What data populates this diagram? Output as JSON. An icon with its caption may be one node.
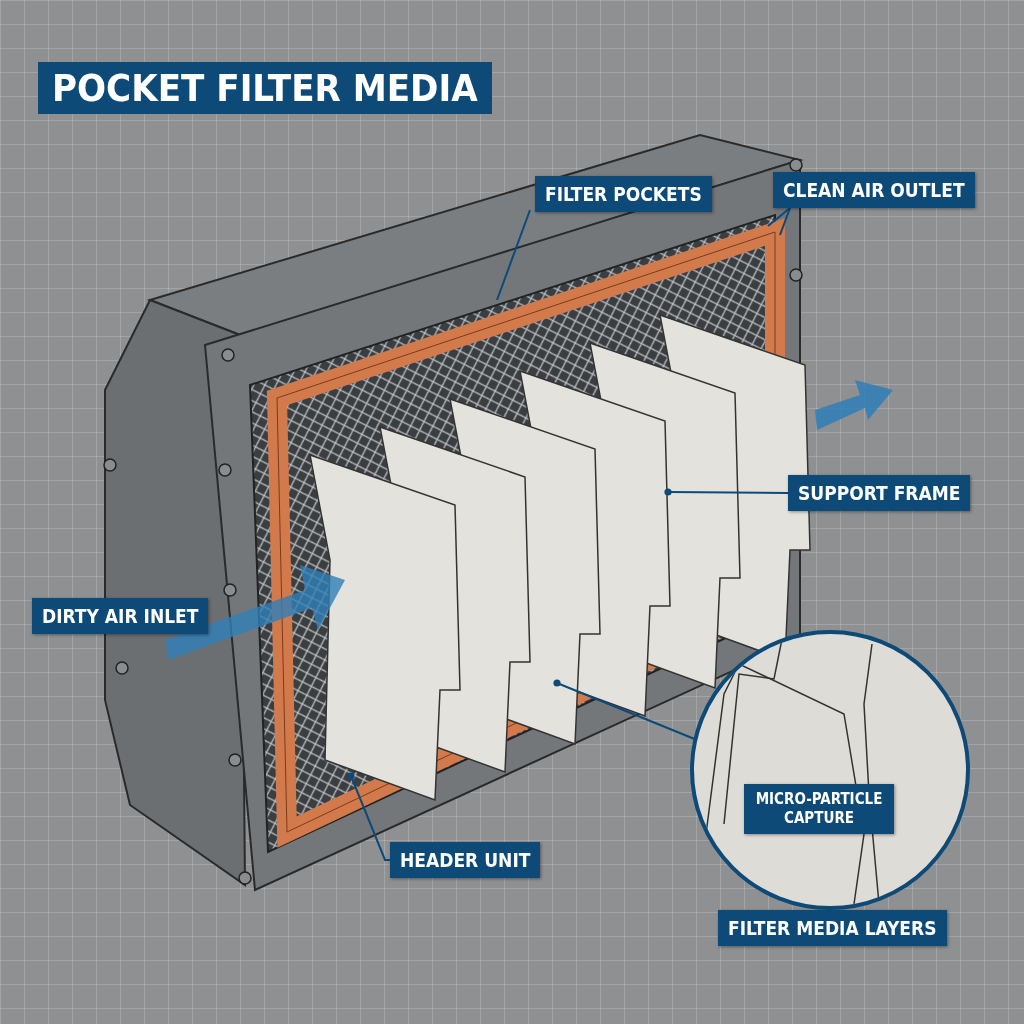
{
  "diagram": {
    "title": "POCKET FILTER MEDIA",
    "nodes": [
      {
        "text": [
          "FILTER POCKETS"
        ]
      },
      {
        "text": [
          "CLEAN AIR OUTLET"
        ]
      },
      {
        "text": [
          "SUPPORT FRAME"
        ]
      },
      {
        "text": [
          "HEADER UNIT"
        ]
      },
      {
        "text": [
          "MICRO-PARTICLE CAPTURE"
        ]
      },
      {
        "text": [
          "DIRTY AIR INLET"
        ]
      },
      {
        "text": [
          "FILTER MEDIA LAYERS"
        ]
      }
    ],
    "edges": [
      {
        "from": 0,
        "to": null,
        "arrow": "none"
      },
      {
        "from": 1,
        "to": null,
        "arrow": "none"
      },
      {
        "from": 1,
        "to": null,
        "arrow": "none"
      },
      {
        "from": 2,
        "to": null,
        "arrow": "other"
      },
      {
        "from": 3,
        "to": null,
        "arrow": "other"
      },
      {
        "from": null,
        "to": 4,
        "arrow": "other"
      }
    ]
  }
}
